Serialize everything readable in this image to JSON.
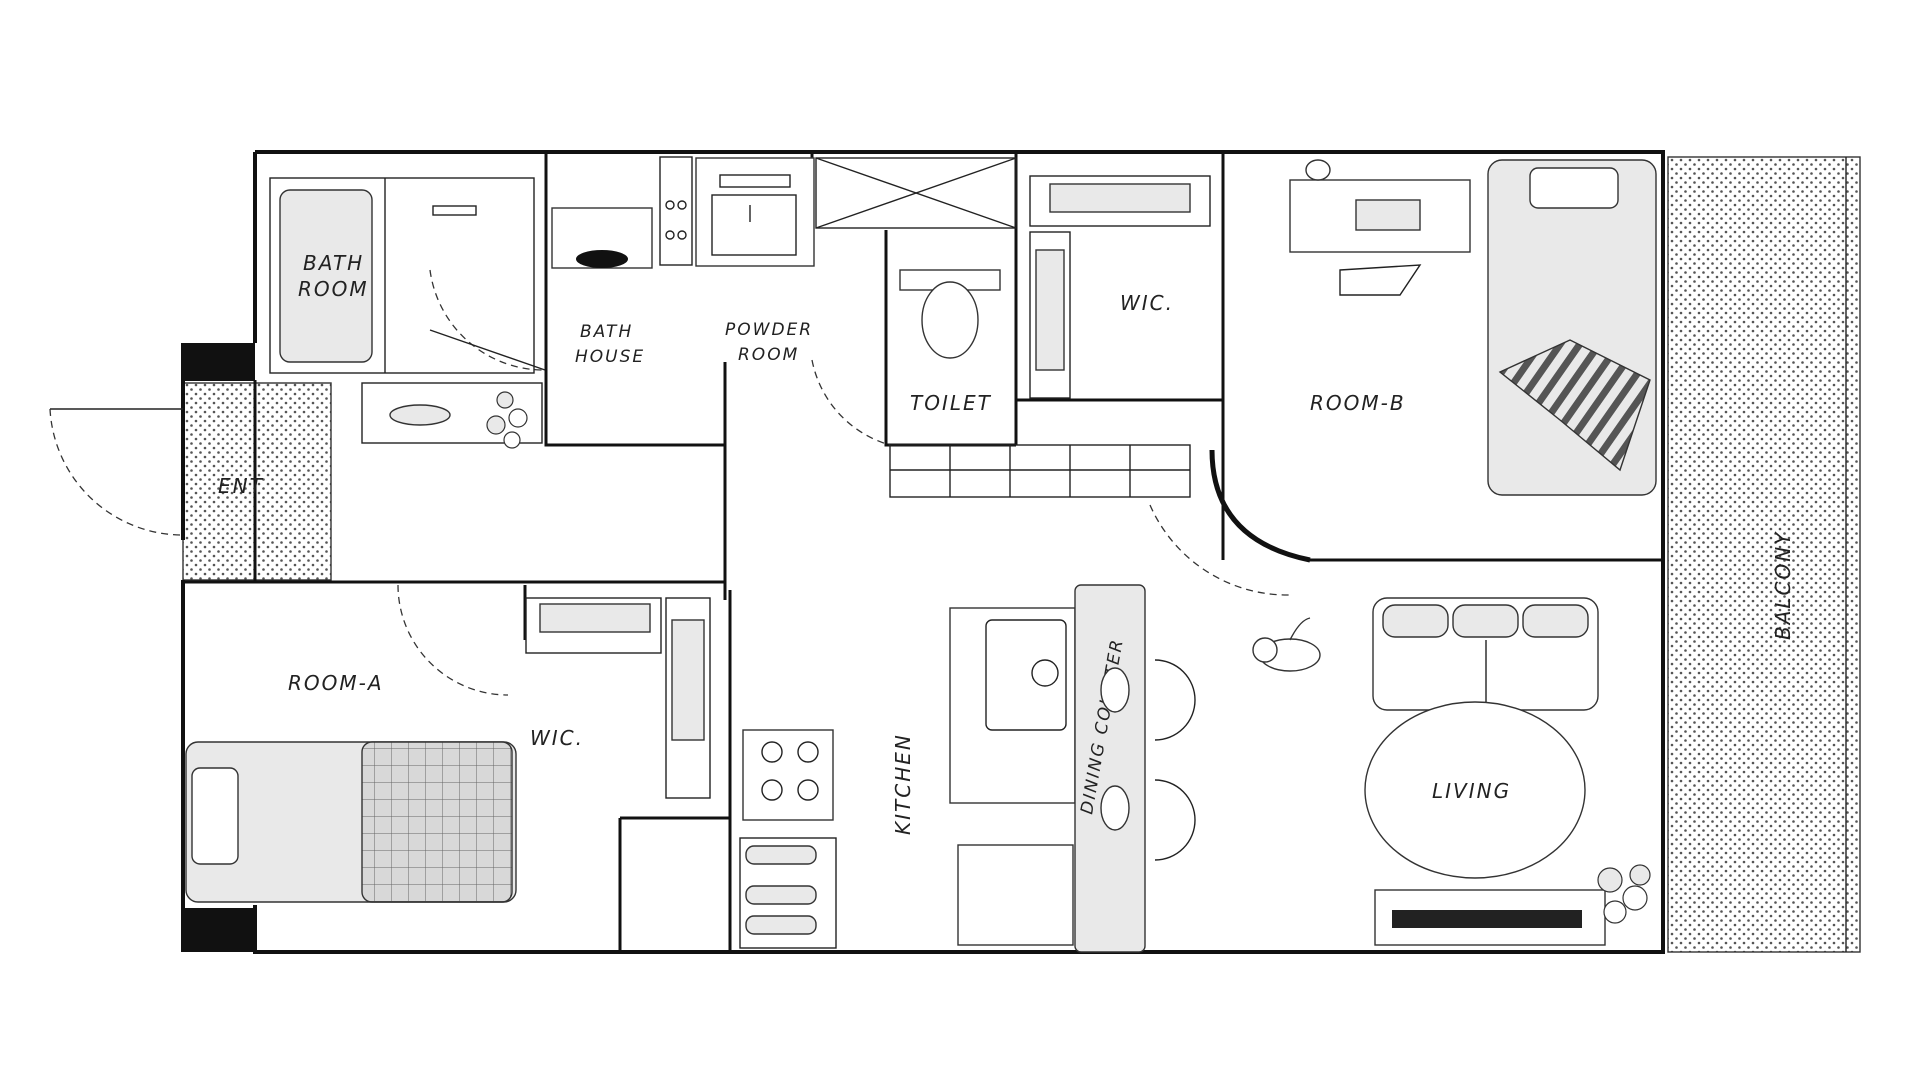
{
  "plan": {
    "rooms": {
      "bathroom": [
        "BATH",
        "ROOM"
      ],
      "bath_house": [
        "BATH",
        "HOUSE"
      ],
      "powder_room": [
        "POWDER",
        "ROOM"
      ],
      "toilet": "TOILET",
      "wic_top": "WIC.",
      "room_b": "ROOM-B",
      "entrance": "ENT",
      "room_a": "ROOM-A",
      "wic_bottom": "WIC.",
      "kitchen": "KITCHEN",
      "dining_counter": "DINING COUNTER",
      "living": "LIVING",
      "balcony": "BALCONY"
    },
    "colors": {
      "wall": "#111111",
      "fixture_fill": "#e9e9e9",
      "floor_fill": "#ffffff",
      "dot_pattern": "#555555"
    }
  }
}
